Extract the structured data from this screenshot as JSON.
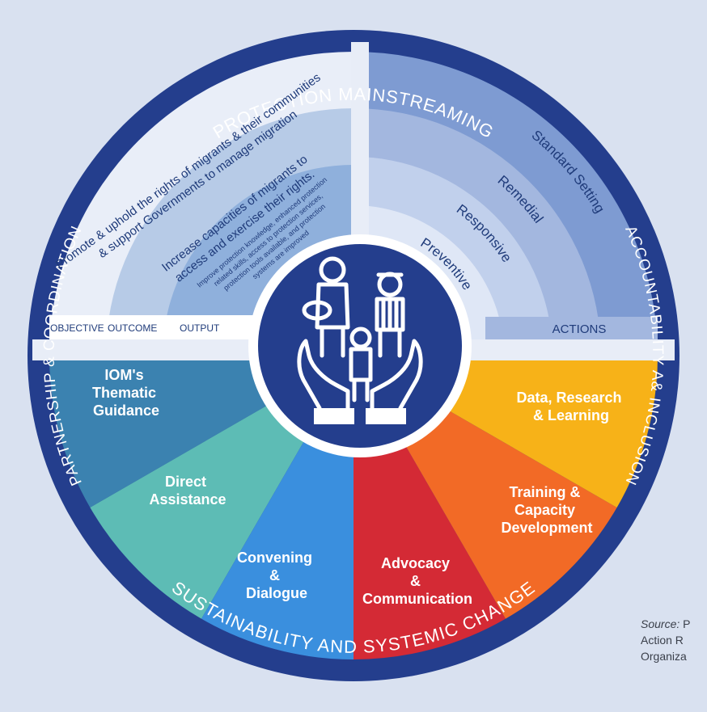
{
  "ring": {
    "top": "PROTECTION MAINSTREAMING",
    "bottom": "SUSTAINABILITY AND SYSTEMIC CHANGE",
    "left": "PARTNERSHIP & COORDINATION",
    "right": "ACCOUNTABILITY A& INCLUSION"
  },
  "upper_left": {
    "objective": [
      "Promote & uphold the rights of migrants & their communities",
      "& support Governments to manage migration"
    ],
    "outcome": [
      "Increase capacities of migrants to",
      "access and exercise their rights."
    ],
    "output": [
      "Improve protection knowledge, enhanced protection",
      "related skills, access to protection services,",
      "protection tools available, and protection",
      "systems are improved"
    ],
    "labels": {
      "objective": "OBJECTIVE",
      "outcome": "OUTCOME",
      "output": "OUTPUT"
    }
  },
  "upper_right": {
    "actions": [
      "Standard Setting",
      "Remedial",
      "Responsive",
      "Preventive"
    ],
    "label": "ACTIONS"
  },
  "segments": [
    {
      "lines": [
        "IOM's",
        "Thematic",
        "Guidance"
      ],
      "color": "#3b82b0"
    },
    {
      "lines": [
        "Direct",
        "Assistance"
      ],
      "color": "#5dbcb5"
    },
    {
      "lines": [
        "Convening",
        "&",
        "Dialogue"
      ],
      "color": "#3a8fde"
    },
    {
      "lines": [
        "Advocacy",
        "&",
        "Communication"
      ],
      "color": "#d42a35"
    },
    {
      "lines": [
        "Training &",
        "Capacity",
        "Development"
      ],
      "color": "#f26a26"
    },
    {
      "lines": [
        "Data, Research",
        "& Learning"
      ],
      "color": "#f7b218"
    }
  ],
  "colors": {
    "ring": "#243e8d",
    "center": "#243e8d",
    "background": "#d9e1f0"
  },
  "source": {
    "label": "Source:",
    "lines": [
      "P",
      "Action R",
      "Organiza"
    ]
  }
}
